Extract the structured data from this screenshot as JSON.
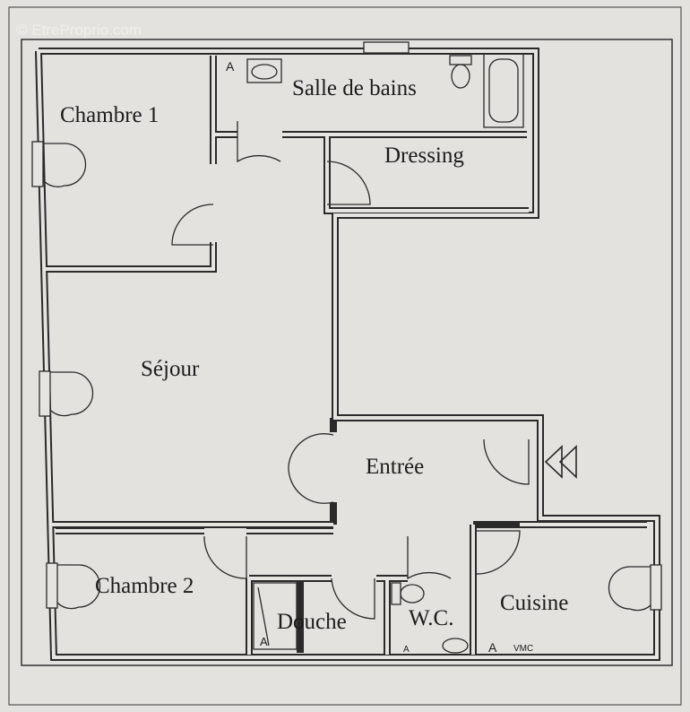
{
  "watermark": "© EtreProprio.com",
  "rooms": {
    "chambre1": "Chambre 1",
    "salle_de_bains": "Salle de bains",
    "dressing": "Dressing",
    "sejour": "Séjour",
    "entree": "Entrée",
    "chambre2": "Chambre 2",
    "douche": "Douche",
    "wc": "W.C.",
    "cuisine": "Cuisine"
  },
  "markers": {
    "a": "A",
    "vmc": "VMC"
  },
  "colors": {
    "wall": "#2a2a2a",
    "floor": "#e6e4e1",
    "background": "#e4e2df"
  }
}
